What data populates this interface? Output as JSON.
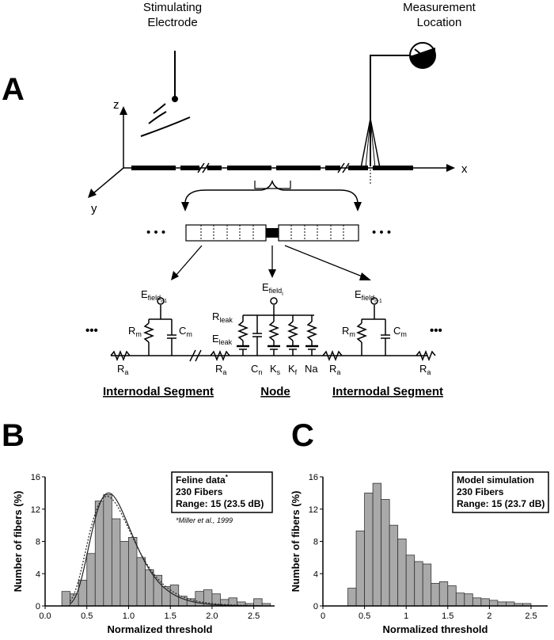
{
  "panel_a": {
    "letter": "A",
    "stim_label_1": "Stimulating",
    "stim_label_2": "Electrode",
    "meas_label_1": "Measurement",
    "meas_label_2": "Location",
    "axis_z": "z",
    "axis_x": "x",
    "axis_y": "y",
    "ellipsis": "• • •",
    "big_ellipsis": "•••",
    "cap_left": "Internodal Segment",
    "cap_node": "Node",
    "cap_right": "Internodal Segment",
    "components": {
      "efield_left": "E",
      "efield_left_sub": "field",
      "efield_left_sub2": "i-1",
      "efield_mid": "E",
      "efield_mid_sub": "field",
      "efield_mid_sub2": "i",
      "efield_right": "E",
      "efield_right_sub": "field",
      "efield_right_sub2": "i+1",
      "rm": "R",
      "rm_sub": "m",
      "cm": "C",
      "cm_sub": "m",
      "ra": "R",
      "ra_sub": "a",
      "rleak": "R",
      "rleak_sub": "leak",
      "eleak": "E",
      "eleak_sub": "leak",
      "cn": "C",
      "cn_sub": "n",
      "ks": "K",
      "ks_sub": "s",
      "kf": "K",
      "kf_sub": "f",
      "na": "Na"
    }
  },
  "colors": {
    "bar_fill": "#a9a9a9",
    "bar_stroke": "#333333",
    "line": "#000000"
  },
  "chart_data": [
    {
      "panel": "B",
      "type": "bar",
      "xlabel": "Normalized threshold",
      "ylabel": "Number of fibers (%)",
      "xlim": [
        0,
        2.75
      ],
      "ylim": [
        0,
        16
      ],
      "xticks": [
        "0.0",
        "0.5",
        "1.0",
        "1.5",
        "2.0",
        "2.5"
      ],
      "yticks": [
        "0",
        "4",
        "8",
        "12",
        "16"
      ],
      "bin_width": 0.1,
      "bin_starts": [
        0.2,
        0.3,
        0.4,
        0.5,
        0.6,
        0.7,
        0.8,
        0.9,
        1.0,
        1.1,
        1.2,
        1.3,
        1.4,
        1.5,
        1.6,
        1.7,
        1.8,
        1.9,
        2.0,
        2.1,
        2.2,
        2.3,
        2.4,
        2.5,
        2.6
      ],
      "values": [
        1.8,
        1.5,
        3.2,
        6.5,
        13.0,
        13.8,
        10.8,
        8.0,
        8.5,
        6.0,
        4.5,
        3.8,
        2.4,
        2.6,
        1.2,
        0.9,
        1.8,
        2.0,
        1.5,
        0.8,
        1.0,
        0.5,
        0.3,
        0.9,
        0.3
      ],
      "legend": {
        "line1": "Feline data",
        "line1_mark": "*",
        "line2": "230 Fibers",
        "line3": "Range: 15 (23.5 dB)"
      },
      "citation": "*Miller et al., 1999"
    },
    {
      "panel": "C",
      "type": "bar",
      "xlabel": "Normalized threshold",
      "ylabel": "Number of fibers (%)",
      "xlim": [
        0,
        2.7
      ],
      "ylim": [
        0,
        16
      ],
      "xticks": [
        "0",
        "0.5",
        "1",
        "1.5",
        "2",
        "2.5"
      ],
      "yticks": [
        "0",
        "4",
        "8",
        "12",
        "16"
      ],
      "bin_width": 0.1,
      "bin_starts": [
        0.3,
        0.4,
        0.5,
        0.6,
        0.7,
        0.8,
        0.9,
        1.0,
        1.1,
        1.2,
        1.3,
        1.4,
        1.5,
        1.6,
        1.7,
        1.8,
        1.9,
        2.0,
        2.1,
        2.2,
        2.3,
        2.4
      ],
      "values": [
        2.2,
        9.3,
        14.0,
        15.2,
        13.2,
        10.0,
        8.3,
        6.3,
        5.5,
        5.2,
        2.8,
        3.0,
        2.5,
        1.6,
        1.5,
        1.0,
        0.9,
        0.7,
        0.5,
        0.5,
        0.3,
        0.3
      ],
      "legend": {
        "line1": "Model simulation",
        "line2": "230 Fibers",
        "line3": "Range: 15 (23.7 dB)"
      }
    }
  ]
}
